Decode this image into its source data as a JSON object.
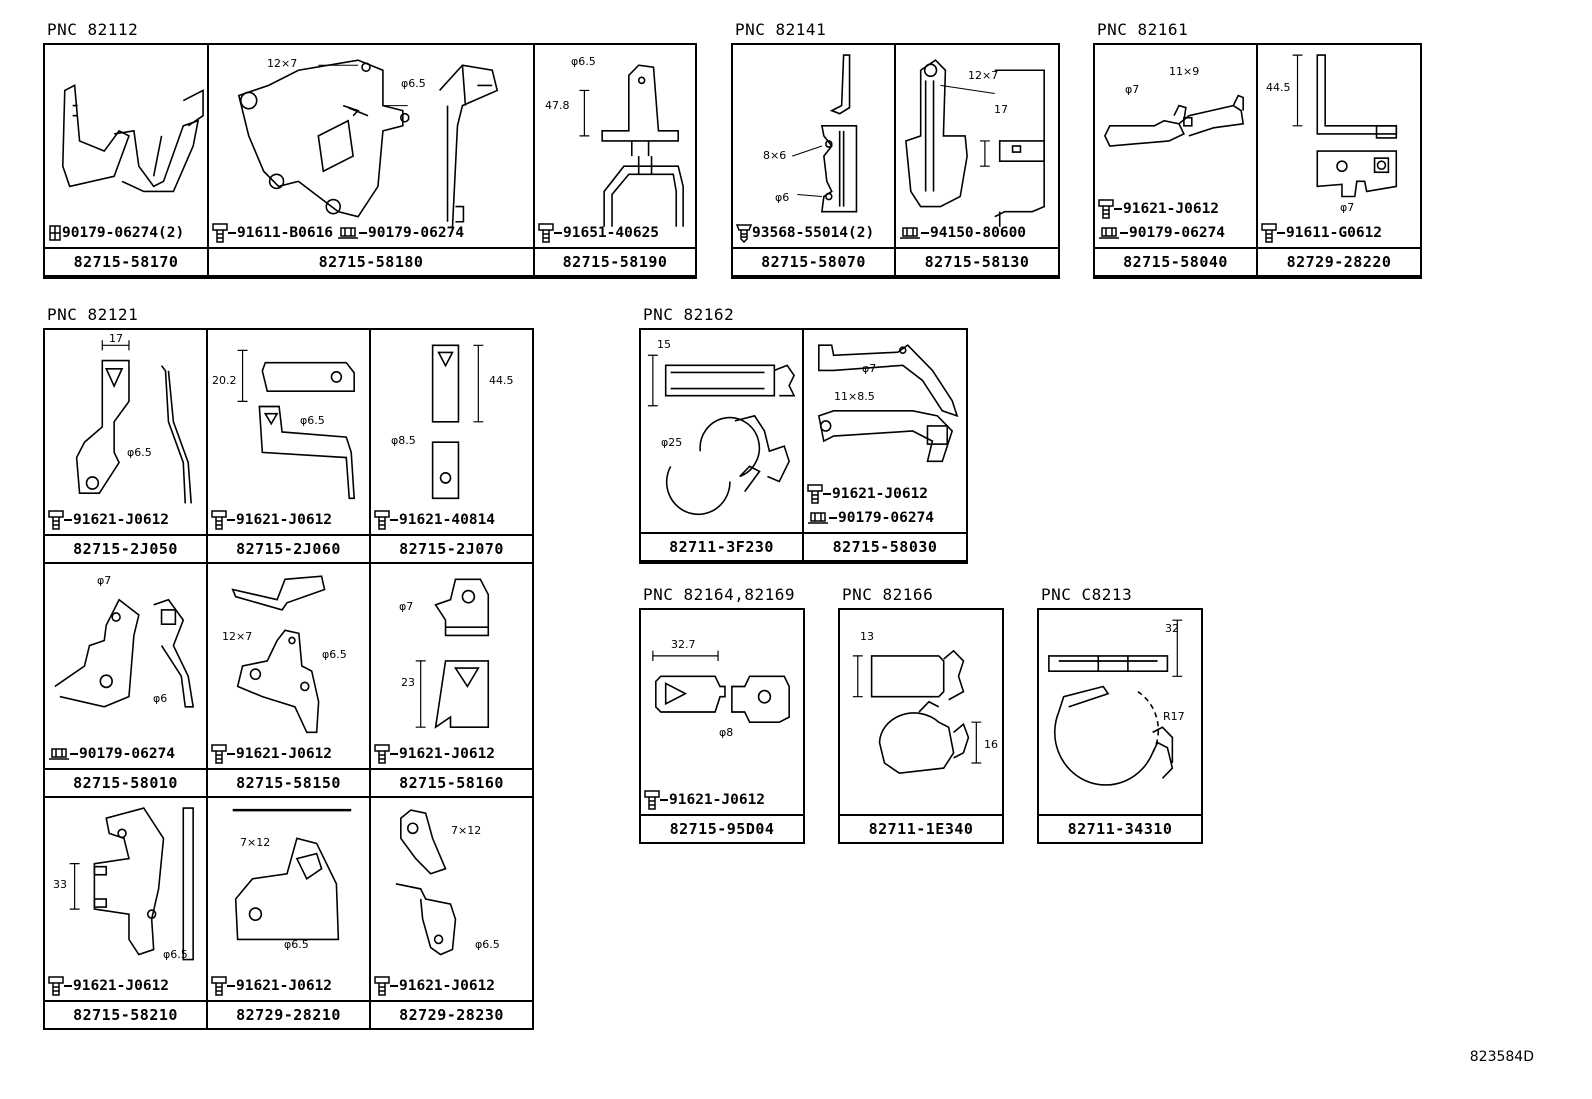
{
  "groups": [
    {
      "pnc": "PNC 82112",
      "cells": [
        {
          "part": "82715-58170",
          "fasteners": [
            {
              "type": "nut",
              "code": "90179-06274(2)"
            }
          ],
          "dims": []
        },
        {
          "part": "82715-58180",
          "fasteners": [
            {
              "type": "bolt",
              "code": "91611-B0616"
            },
            {
              "type": "nut",
              "code": "90179-06274"
            }
          ],
          "dims": [
            "12×7",
            "φ6.5"
          ]
        },
        {
          "part": "82715-58190",
          "fasteners": [
            {
              "type": "bolt",
              "code": "91651-40625"
            }
          ],
          "dims": [
            "φ6.5",
            "47.8"
          ]
        }
      ]
    },
    {
      "pnc": "PNC 82141",
      "cells": [
        {
          "part": "82715-58070",
          "fasteners": [
            {
              "type": "screw",
              "code": "93568-55014(2)"
            }
          ],
          "dims": [
            "8×6",
            "φ6"
          ]
        },
        {
          "part": "82715-58130",
          "fasteners": [
            {
              "type": "nut",
              "code": "94150-80600"
            }
          ],
          "dims": [
            "12×7",
            "17"
          ]
        }
      ]
    },
    {
      "pnc": "PNC 82161",
      "cells": [
        {
          "part": "82715-58040",
          "fasteners": [
            {
              "type": "bolt",
              "code": "91621-J0612"
            },
            {
              "type": "nut",
              "code": "90179-06274"
            }
          ],
          "dims": [
            "φ7",
            "11×9"
          ]
        },
        {
          "part": "82729-28220",
          "fasteners": [
            {
              "type": "bolt",
              "code": "91611-G0612"
            }
          ],
          "dims": [
            "44.5",
            "φ7"
          ]
        }
      ]
    },
    {
      "pnc": "PNC 82121",
      "cells": [
        {
          "part": "82715-2J050",
          "fasteners": [
            {
              "type": "bolt",
              "code": "91621-J0612"
            }
          ],
          "dims": [
            "17",
            "φ6.5"
          ]
        },
        {
          "part": "82715-2J060",
          "fasteners": [
            {
              "type": "bolt",
              "code": "91621-J0612"
            }
          ],
          "dims": [
            "20.2",
            "φ6.5"
          ]
        },
        {
          "part": "82715-2J070",
          "fasteners": [
            {
              "type": "bolt",
              "code": "91621-40814"
            }
          ],
          "dims": [
            "44.5",
            "φ8.5"
          ]
        },
        {
          "part": "82715-58010",
          "fasteners": [
            {
              "type": "nut",
              "code": "90179-06274"
            }
          ],
          "dims": [
            "φ7",
            "φ6"
          ]
        },
        {
          "part": "82715-58150",
          "fasteners": [
            {
              "type": "bolt",
              "code": "91621-J0612"
            }
          ],
          "dims": [
            "12×7",
            "φ6.5"
          ]
        },
        {
          "part": "82715-58160",
          "fasteners": [
            {
              "type": "bolt",
              "code": "91621-J0612"
            }
          ],
          "dims": [
            "φ7",
            "23"
          ]
        },
        {
          "part": "82715-58210",
          "fasteners": [
            {
              "type": "bolt",
              "code": "91621-J0612"
            }
          ],
          "dims": [
            "33",
            "φ6.5"
          ]
        },
        {
          "part": "82729-28210",
          "fasteners": [
            {
              "type": "bolt",
              "code": "91621-J0612"
            }
          ],
          "dims": [
            "7×12",
            "φ6.5"
          ]
        },
        {
          "part": "82729-28230",
          "fasteners": [
            {
              "type": "bolt",
              "code": "91621-J0612"
            }
          ],
          "dims": [
            "7×12",
            "φ6.5"
          ]
        }
      ]
    },
    {
      "pnc": "PNC 82162",
      "cells": [
        {
          "part": "82711-3F230",
          "fasteners": [],
          "dims": [
            "15",
            "φ25"
          ]
        },
        {
          "part": "82715-58030",
          "fasteners": [
            {
              "type": "bolt",
              "code": "91621-J0612"
            },
            {
              "type": "nut",
              "code": "90179-06274"
            }
          ],
          "dims": [
            "φ7",
            "11×8.5"
          ]
        }
      ]
    },
    {
      "pnc": "PNC 82164,82169",
      "cells": [
        {
          "part": "82715-95D04",
          "fasteners": [
            {
              "type": "bolt",
              "code": "91621-J0612"
            }
          ],
          "dims": [
            "32.7",
            "φ8"
          ]
        }
      ]
    },
    {
      "pnc": "PNC 82166",
      "cells": [
        {
          "part": "82711-1E340",
          "fasteners": [],
          "dims": [
            "13",
            "16"
          ]
        }
      ]
    },
    {
      "pnc": "PNC C8213",
      "cells": [
        {
          "part": "82711-34310",
          "fasteners": [],
          "dims": [
            "32",
            "R17"
          ]
        }
      ]
    }
  ],
  "footer": {
    "code": "823584D"
  }
}
